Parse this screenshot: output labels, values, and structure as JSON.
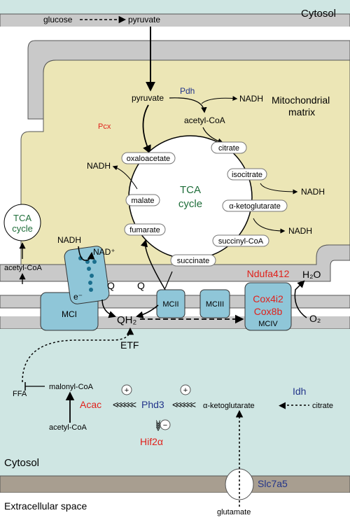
{
  "labels": {
    "cytosol_top": "Cytosol",
    "glucose": "glucose",
    "pyruvate_top": "pyruvate",
    "pyruvate": "pyruvate",
    "pdh": "Pdh",
    "nadh_pdh": "NADH",
    "acetyl_coa": "acetyl-CoA",
    "pcx": "Pcx",
    "matrix_line1": "Mitochondrial",
    "matrix_line2": "matrix",
    "tca_line1": "TCA",
    "tca_line2": "cycle",
    "oxaloacetate": "oxaloacetate",
    "citrate": "citrate",
    "isocitrate": "isocitrate",
    "alpha_ketoglutarate": "α-ketoglutarate",
    "succinyl_coa": "succinyl-CoA",
    "succinate": "succinate",
    "fumarate": "fumarate",
    "malate": "malate",
    "nadh_malate": "NADH",
    "nadh_isocitrate": "NADH",
    "nadh_akg": "NADH",
    "nadh_mci": "NADH",
    "nad_plus": "NAD⁺",
    "electron": "e⁻",
    "q_mci": "Q",
    "q_mcii": "Q",
    "qh2": "QH₂",
    "mci": "MCI",
    "mcii": "MCII",
    "mciii": "MCIII",
    "mciv": "MCIV",
    "ndufa412": "Ndufa412",
    "cox4i2": "Cox4i2",
    "cox8b": "Cox8b",
    "h2o": "H₂O",
    "o2": "O₂",
    "etf": "ETF",
    "tca_small_line1": "TCA",
    "tca_small_line2": "cycle",
    "acetyl_coa_left": "acetyl-CoA",
    "ffa": "FFA",
    "malonyl_coa": "malonyl-CoA",
    "acetyl_coa_bottom": "acetyl-CoA",
    "acac": "Acac",
    "phd3": "Phd3",
    "hif2a": "Hif2α",
    "akg_cytosol": "α-ketoglutarate",
    "idh": "Idh",
    "citrate_cytosol": "citrate",
    "cytosol_bottom": "Cytosol",
    "slc7a5": "Slc7a5",
    "extracellular": "Extracellular space",
    "glutamate": "glutamate",
    "plus1": "+",
    "plus2": "+",
    "minus": "−"
  },
  "colors": {
    "cytosol": "#cfe6e3",
    "membrane": "#c9c9c9",
    "matrix": "#ece6b6",
    "complex": "#8fc6d8",
    "extracellular_membrane": "#a89e90",
    "red": "#e0211b",
    "blue": "#22348a",
    "green": "#1f6e3a",
    "dot": "#1b6f8e"
  }
}
